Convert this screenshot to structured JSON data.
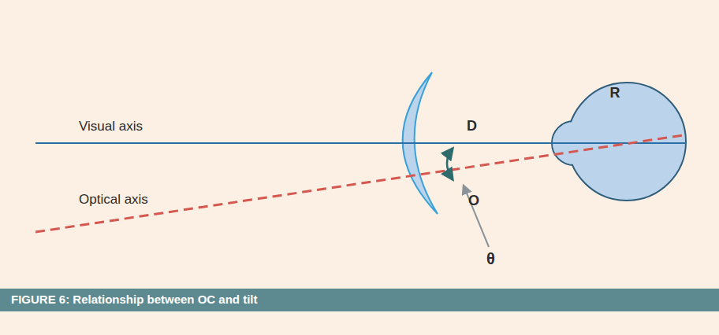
{
  "diagram": {
    "caption": "FIGURE 6: Relationship between OC and tilt",
    "nodes": [
      {
        "text": [
          "R"
        ]
      }
    ],
    "labels": [
      "Visual axis",
      "D",
      "Optical axis",
      "O",
      "θ"
    ]
  }
}
